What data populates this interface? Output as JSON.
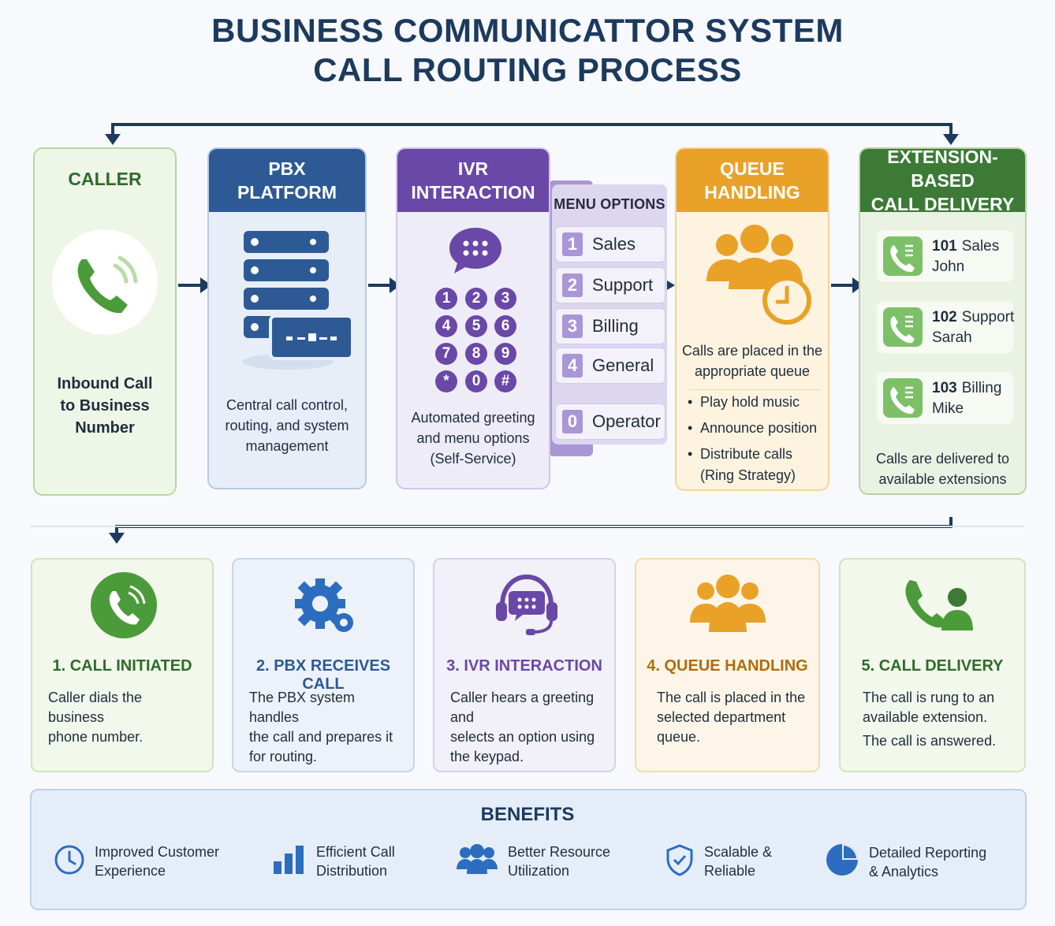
{
  "title": {
    "line1": "BUSINESS COMMUNICATTOR SYSTEM",
    "line2": "CALL ROUTING PROCESS"
  },
  "caller": {
    "heading": "CALLER",
    "desc1": "Inbound Call",
    "desc2": "to Business",
    "desc3": "Number"
  },
  "pbx": {
    "heading1": "PBX",
    "heading2": "PLATFORM",
    "desc1": "Central call control,",
    "desc2": "routing, and system",
    "desc3": "management"
  },
  "ivr": {
    "heading1": "IVR",
    "heading2": "INTERACTION",
    "keys": [
      "1",
      "2",
      "3",
      "4",
      "5",
      "6",
      "7",
      "8",
      "9",
      "*",
      "0",
      "#"
    ],
    "desc1": "Automated greeting",
    "desc2": "and menu options",
    "desc3": "(Self-Service)"
  },
  "menu": {
    "title": "MENU OPTIONS",
    "items": [
      {
        "num": "1",
        "label": "Sales"
      },
      {
        "num": "2",
        "label": "Support"
      },
      {
        "num": "3",
        "label": "Billing"
      },
      {
        "num": "4",
        "label": "General"
      },
      {
        "num": "0",
        "label": "Operator"
      }
    ]
  },
  "queue": {
    "heading1": "QUEUE",
    "heading2": "HANDLING",
    "desc1": "Calls are placed in the",
    "desc2": "appropriate queue",
    "bullets": [
      "Play hold music",
      "Announce position",
      "Distribute calls",
      "(Ring Strategy)"
    ]
  },
  "ext": {
    "heading1": "EXTENSION-BASED",
    "heading2": "CALL DELIVERY",
    "items": [
      {
        "num": "101",
        "dept": "Sales",
        "name": "John"
      },
      {
        "num": "102",
        "dept": "Support",
        "name": "Sarah"
      },
      {
        "num": "103",
        "dept": "Billing",
        "name": "Mike"
      }
    ],
    "desc1": "Calls are delivered to",
    "desc2": "available extensions"
  },
  "steps": [
    {
      "title": "1. CALL INITIATED",
      "lines": [
        "Caller dials the business",
        "phone number."
      ]
    },
    {
      "title": "2. PBX RECEIVES CALL",
      "lines": [
        "The PBX system handles",
        "the call and prepares it",
        "for routing."
      ]
    },
    {
      "title": "3. IVR INTERACTION",
      "lines": [
        "Caller hears a greeting and",
        "selects an option using",
        "the keypad."
      ]
    },
    {
      "title": "4. QUEUE HANDLING",
      "lines": [
        "The call is placed in the",
        "selected department",
        "queue."
      ]
    },
    {
      "title": "5. CALL DELIVERY",
      "lines": [
        "The call is rung to an",
        "available extension.",
        "The call is answered."
      ]
    }
  ],
  "benefits": {
    "title": "BENEFITS",
    "items": [
      {
        "l1": "Improved Customer",
        "l2": "Experience",
        "icon": "clock-icon"
      },
      {
        "l1": "Efficient Call",
        "l2": "Distribution",
        "icon": "bar-chart-icon"
      },
      {
        "l1": "Better Resource",
        "l2": "Utilization",
        "icon": "people-icon"
      },
      {
        "l1": "Scalable &",
        "l2": "Reliable",
        "icon": "shield-icon"
      },
      {
        "l1": "Detailed Reporting",
        "l2": "& Analytics",
        "icon": "pie-chart-icon"
      }
    ]
  },
  "colors": {
    "navy": "#1c3a5e",
    "green": "#3c7a36",
    "blue": "#2d5a95",
    "purple": "#6a48a8",
    "orange": "#e9a128"
  }
}
